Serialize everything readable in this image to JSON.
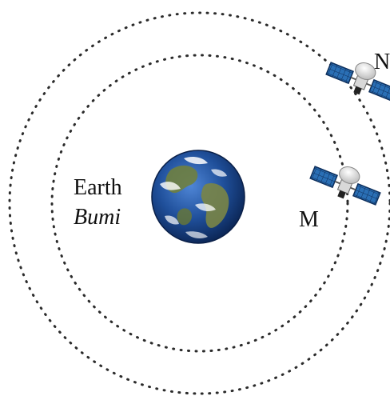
{
  "labels": {
    "earth_en": "Earth",
    "earth_ms": "Bumi",
    "satellite_inner": "M",
    "satellite_outer": "N"
  },
  "colors": {
    "background": "#ffffff",
    "orbit": "#2b2b2b",
    "ocean": "#1f4f9a",
    "land": "#6f7f3f",
    "solar_panel": "#2a6fb5",
    "satellite_body": "#d8d8d8"
  }
}
